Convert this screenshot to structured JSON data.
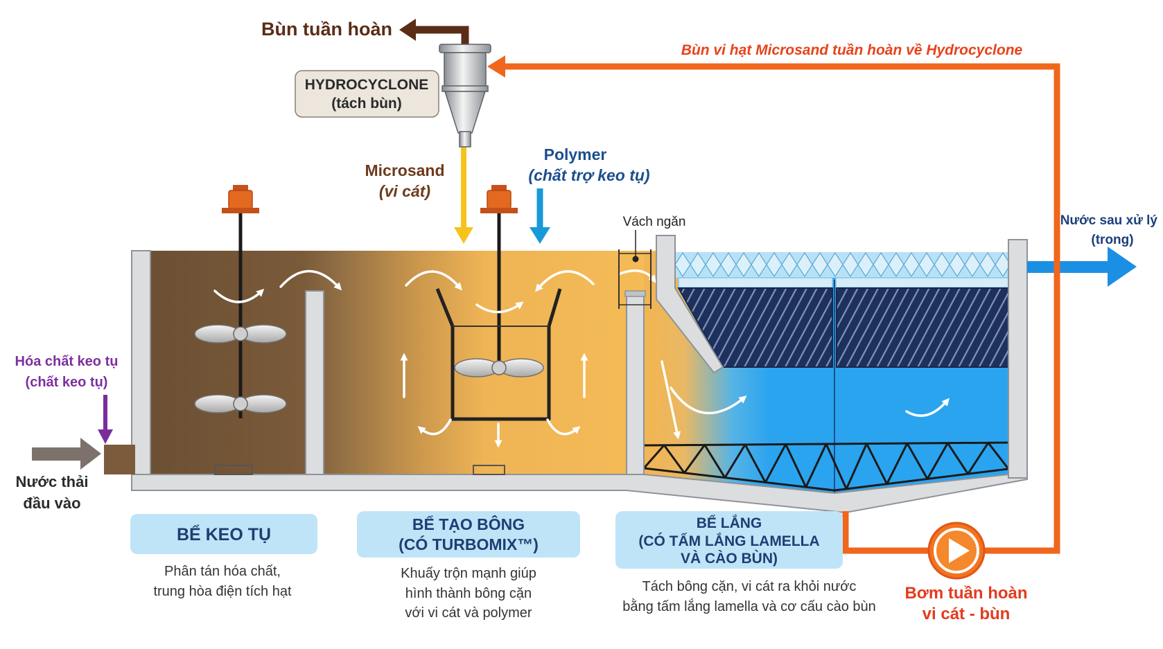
{
  "sludge_return": {
    "label": "Bùn tuần hoàn"
  },
  "hydrocyclone": {
    "label": "HYDROCYCLONE",
    "sublabel": "(tách bùn)"
  },
  "recirculation_line": {
    "label": "Bùn vi hạt Microsand tuần hoàn về Hydrocyclone"
  },
  "microsand": {
    "label": "Microsand",
    "sublabel": "(vi cát)"
  },
  "polymer": {
    "label": "Polymer",
    "sublabel": "(chất trợ keo tụ)"
  },
  "baffle": {
    "label": "Vách ngăn"
  },
  "outlet": {
    "line1": "Nước sau xử lý",
    "line2": "(trong)"
  },
  "coagulant": {
    "line1": "Hóa chất keo tụ",
    "line2": "(chất keo tụ)"
  },
  "inlet": {
    "line1": "Nước thải",
    "line2": "đầu vào"
  },
  "pump": {
    "line1": "Bơm tuần hoàn",
    "line2": "vi cát - bùn",
    "icon": "play-icon"
  },
  "tanks": [
    {
      "title_lines": [
        "BỂ KEO TỤ"
      ],
      "desc_lines": [
        "Phân tán hóa chất,",
        "trung hòa điện tích hạt"
      ]
    },
    {
      "title_lines": [
        "BỂ TẠO BÔNG",
        "(CÓ TURBOMIX™)"
      ],
      "desc_lines": [
        "Khuấy trộn mạnh giúp",
        "hình thành bông cặn",
        "với vi cát và polymer"
      ]
    },
    {
      "title_lines": [
        "BỂ LẮNG",
        "(CÓ TẤM LẮNG LAMELLA",
        "VÀ CÀO BÙN)"
      ],
      "desc_lines": [
        "Tách bông cặn, vi cát ra khỏi nước",
        "bằng tấm lắng lamella và cơ cấu cào bùn"
      ]
    }
  ],
  "colors": {
    "sludge_return": "#5b2c16",
    "recirculation": "#f0661c",
    "microsand": "#f6c21c",
    "polymer": "#189ad8",
    "coagulant": "#7a2d9c",
    "treated_water": "#1b8fe4",
    "coagulation_water": "#6c5034",
    "flocculation_water": "#f4bc56",
    "settling_water": "#2ba4ef",
    "label_box": "#bfe4f7",
    "label_text": "#1c3f73"
  }
}
